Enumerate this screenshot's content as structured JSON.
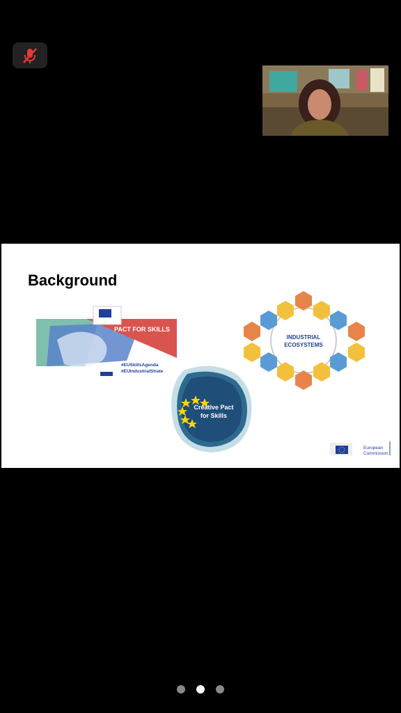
{
  "meeting": {
    "mic_status": "muted",
    "pager": {
      "pages": 3,
      "active_index": 1
    }
  },
  "slide": {
    "title": "Background",
    "pact_banner": {
      "title": "PACT FOR SKILLS",
      "hashtag_1": "#EUSkillsAgenda",
      "hashtag_2": "#EUIndustrialStrate"
    },
    "creative_pact": {
      "line1": "Creative Pact",
      "line2": "for Skills"
    },
    "ecosystems": {
      "center_line1": "INDUSTRIAL",
      "center_line2": "ECOSYSTEMS"
    },
    "logo": {
      "line1": "European",
      "line2": "Commission"
    }
  },
  "colors": {
    "pact_red": "#d9534f",
    "pact_teal": "#7fbfae",
    "creative_blue": "#1f4e79",
    "hex_orange": "#e8844a",
    "hex_yellow": "#f3c03d",
    "hex_blue": "#5b9bd5",
    "eu_blue": "#1f3f99",
    "eu_star": "#ffd700"
  }
}
